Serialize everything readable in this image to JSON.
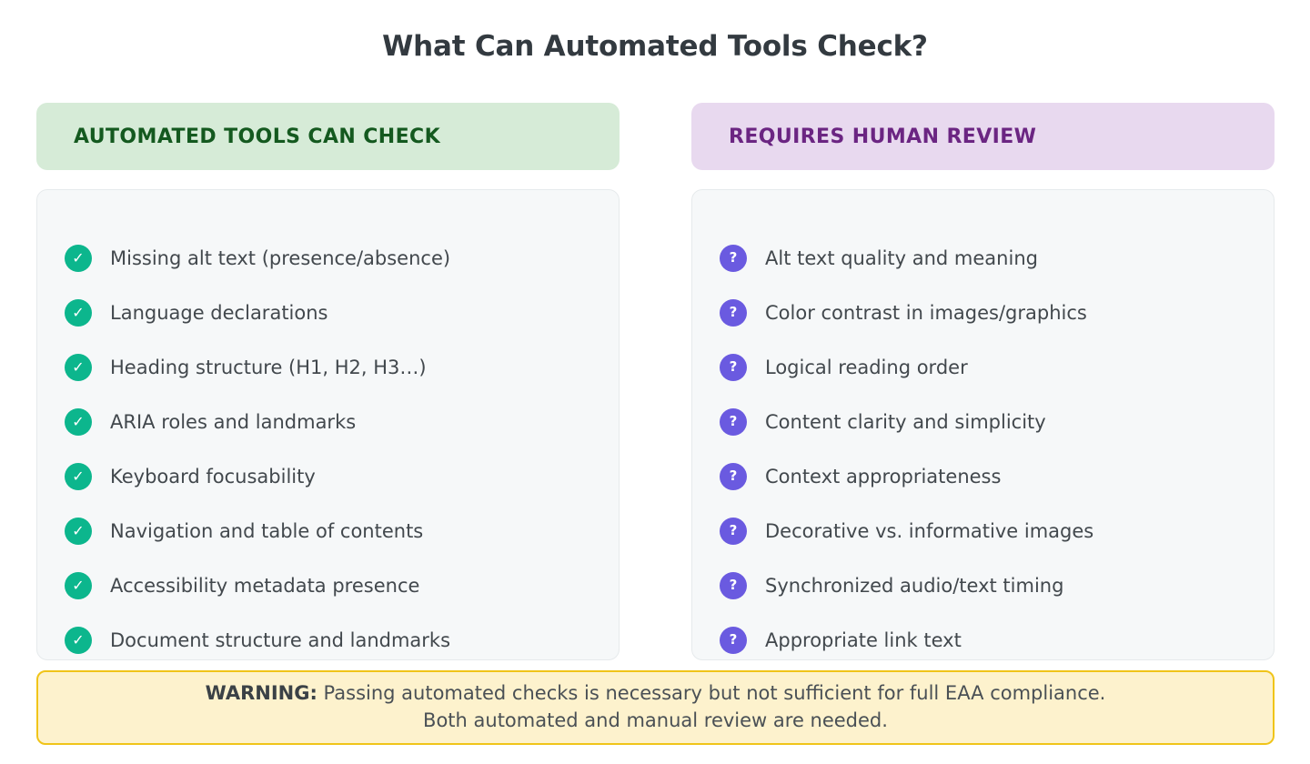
{
  "page": {
    "title": "What Can Automated Tools Check?",
    "background": "#ffffff"
  },
  "colors": {
    "title_text": "#333a40",
    "green_header_bg": "#d6ebd7",
    "green_header_text": "#14591f",
    "purple_header_bg": "#e8d9ef",
    "purple_header_text": "#6b2582",
    "panel_bg": "#f6f8f9",
    "panel_border": "#e6eaec",
    "check_badge": "#0cb68d",
    "question_badge": "#6a5ae0",
    "item_text": "#42484d",
    "warning_bg": "#fdf2cd",
    "warning_border": "#f0c419",
    "warning_text": "#4a5055"
  },
  "columns": [
    {
      "header": "AUTOMATED TOOLS CAN CHECK",
      "badge_icon": "check-icon",
      "badge_glyph": "✓",
      "items": [
        "Missing alt text (presence/absence)",
        "Language declarations",
        "Heading structure (H1, H2, H3…)",
        "ARIA roles and landmarks",
        "Keyboard focusability",
        "Navigation and table of contents",
        "Accessibility metadata presence",
        "Document structure and landmarks"
      ]
    },
    {
      "header": "REQUIRES HUMAN REVIEW",
      "badge_icon": "question-mark-icon",
      "badge_glyph": "?",
      "items": [
        "Alt text quality and meaning",
        "Color contrast in images/graphics",
        "Logical reading order",
        "Content clarity and simplicity",
        "Context appropriateness",
        "Decorative vs. informative images",
        "Synchronized audio/text timing",
        "Appropriate link text"
      ]
    }
  ],
  "warning": {
    "label": "WARNING:",
    "line1": " Passing automated checks is necessary but not sufficient for full EAA compliance.",
    "line2": "Both automated and manual review are needed."
  }
}
